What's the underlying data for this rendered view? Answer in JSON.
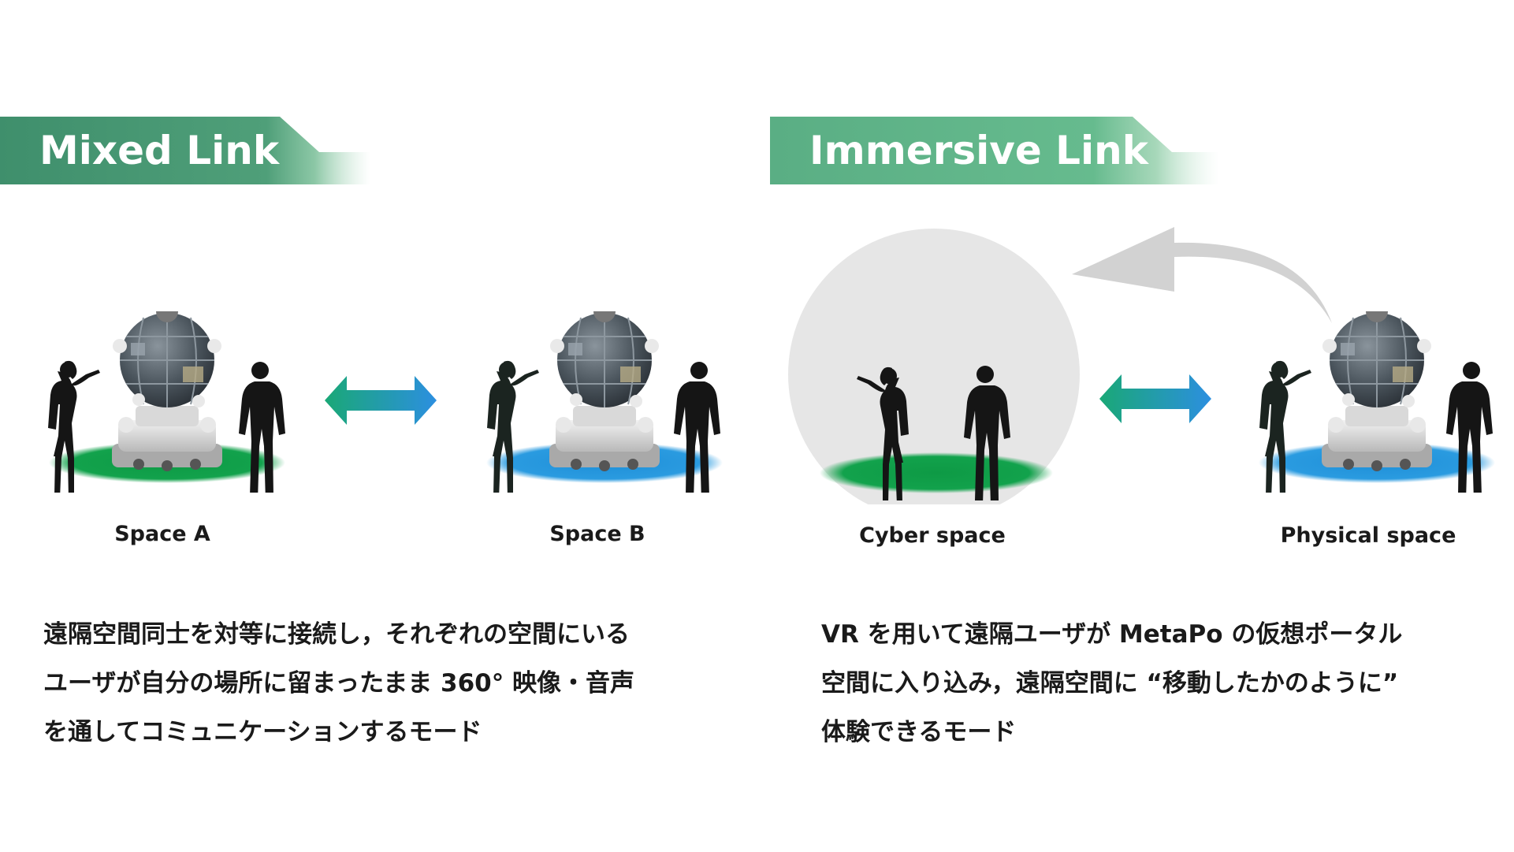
{
  "mixed_link": {
    "title": "Mixed Link",
    "space_a_label": "Space A",
    "space_b_label": "Space B",
    "description_lines": [
      "遠隔空間同士を対等に接続し，それぞれの空間にいる",
      "ユーザが自分の場所に留まったまま 360° 映像・音声",
      "を通してコミュニケーションするモード"
    ]
  },
  "immersive_link": {
    "title": "Immersive Link",
    "cyber_label": "Cyber space",
    "physical_label": "Physical space",
    "description_lines": [
      "VR を用いて遠隔ユーザが MetaPo の仮想ポータル",
      "空間に入り込み，遠隔空間に “移動したかのように”",
      "体験できるモード"
    ]
  },
  "colors": {
    "banner_dark": "#3f8f6c",
    "banner_light": "#66bb8e",
    "floor_green": "#10a04a",
    "floor_blue": "#2a9be0",
    "arrow_green": "#1aa876",
    "arrow_blue": "#2c8fe0",
    "bubble_gray": "#e6e6e6",
    "silhouette": "#151515"
  },
  "icons": {
    "bidirectional_arrow": "double-arrow-icon",
    "curved_arrow": "curved-arrow-icon",
    "person": "person-silhouette-icon",
    "robot": "metapo-robot-icon"
  }
}
